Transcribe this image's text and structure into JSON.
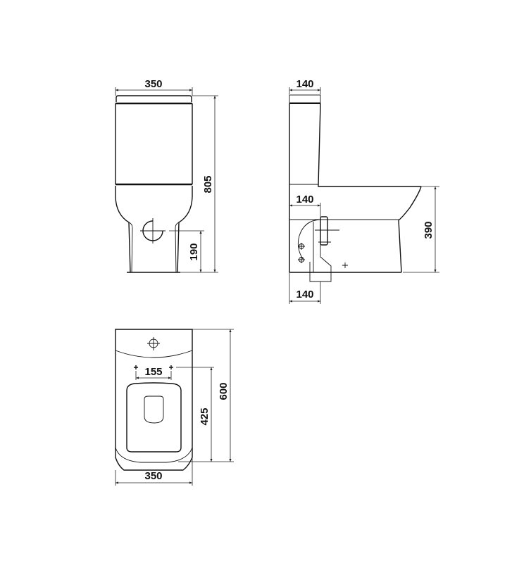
{
  "front_view": {
    "width_label": "350",
    "height_label": "805",
    "outlet_height_label": "190"
  },
  "side_view": {
    "tank_depth_label": "140",
    "outlet_depth_label": "140",
    "base_depth_label": "140",
    "seat_height_label": "390"
  },
  "top_view": {
    "bolt_spacing_label": "155",
    "bolt_to_front_label": "425",
    "length_label": "600",
    "width_label": "350"
  },
  "colors": {
    "line": "#111111",
    "background": "#ffffff"
  }
}
